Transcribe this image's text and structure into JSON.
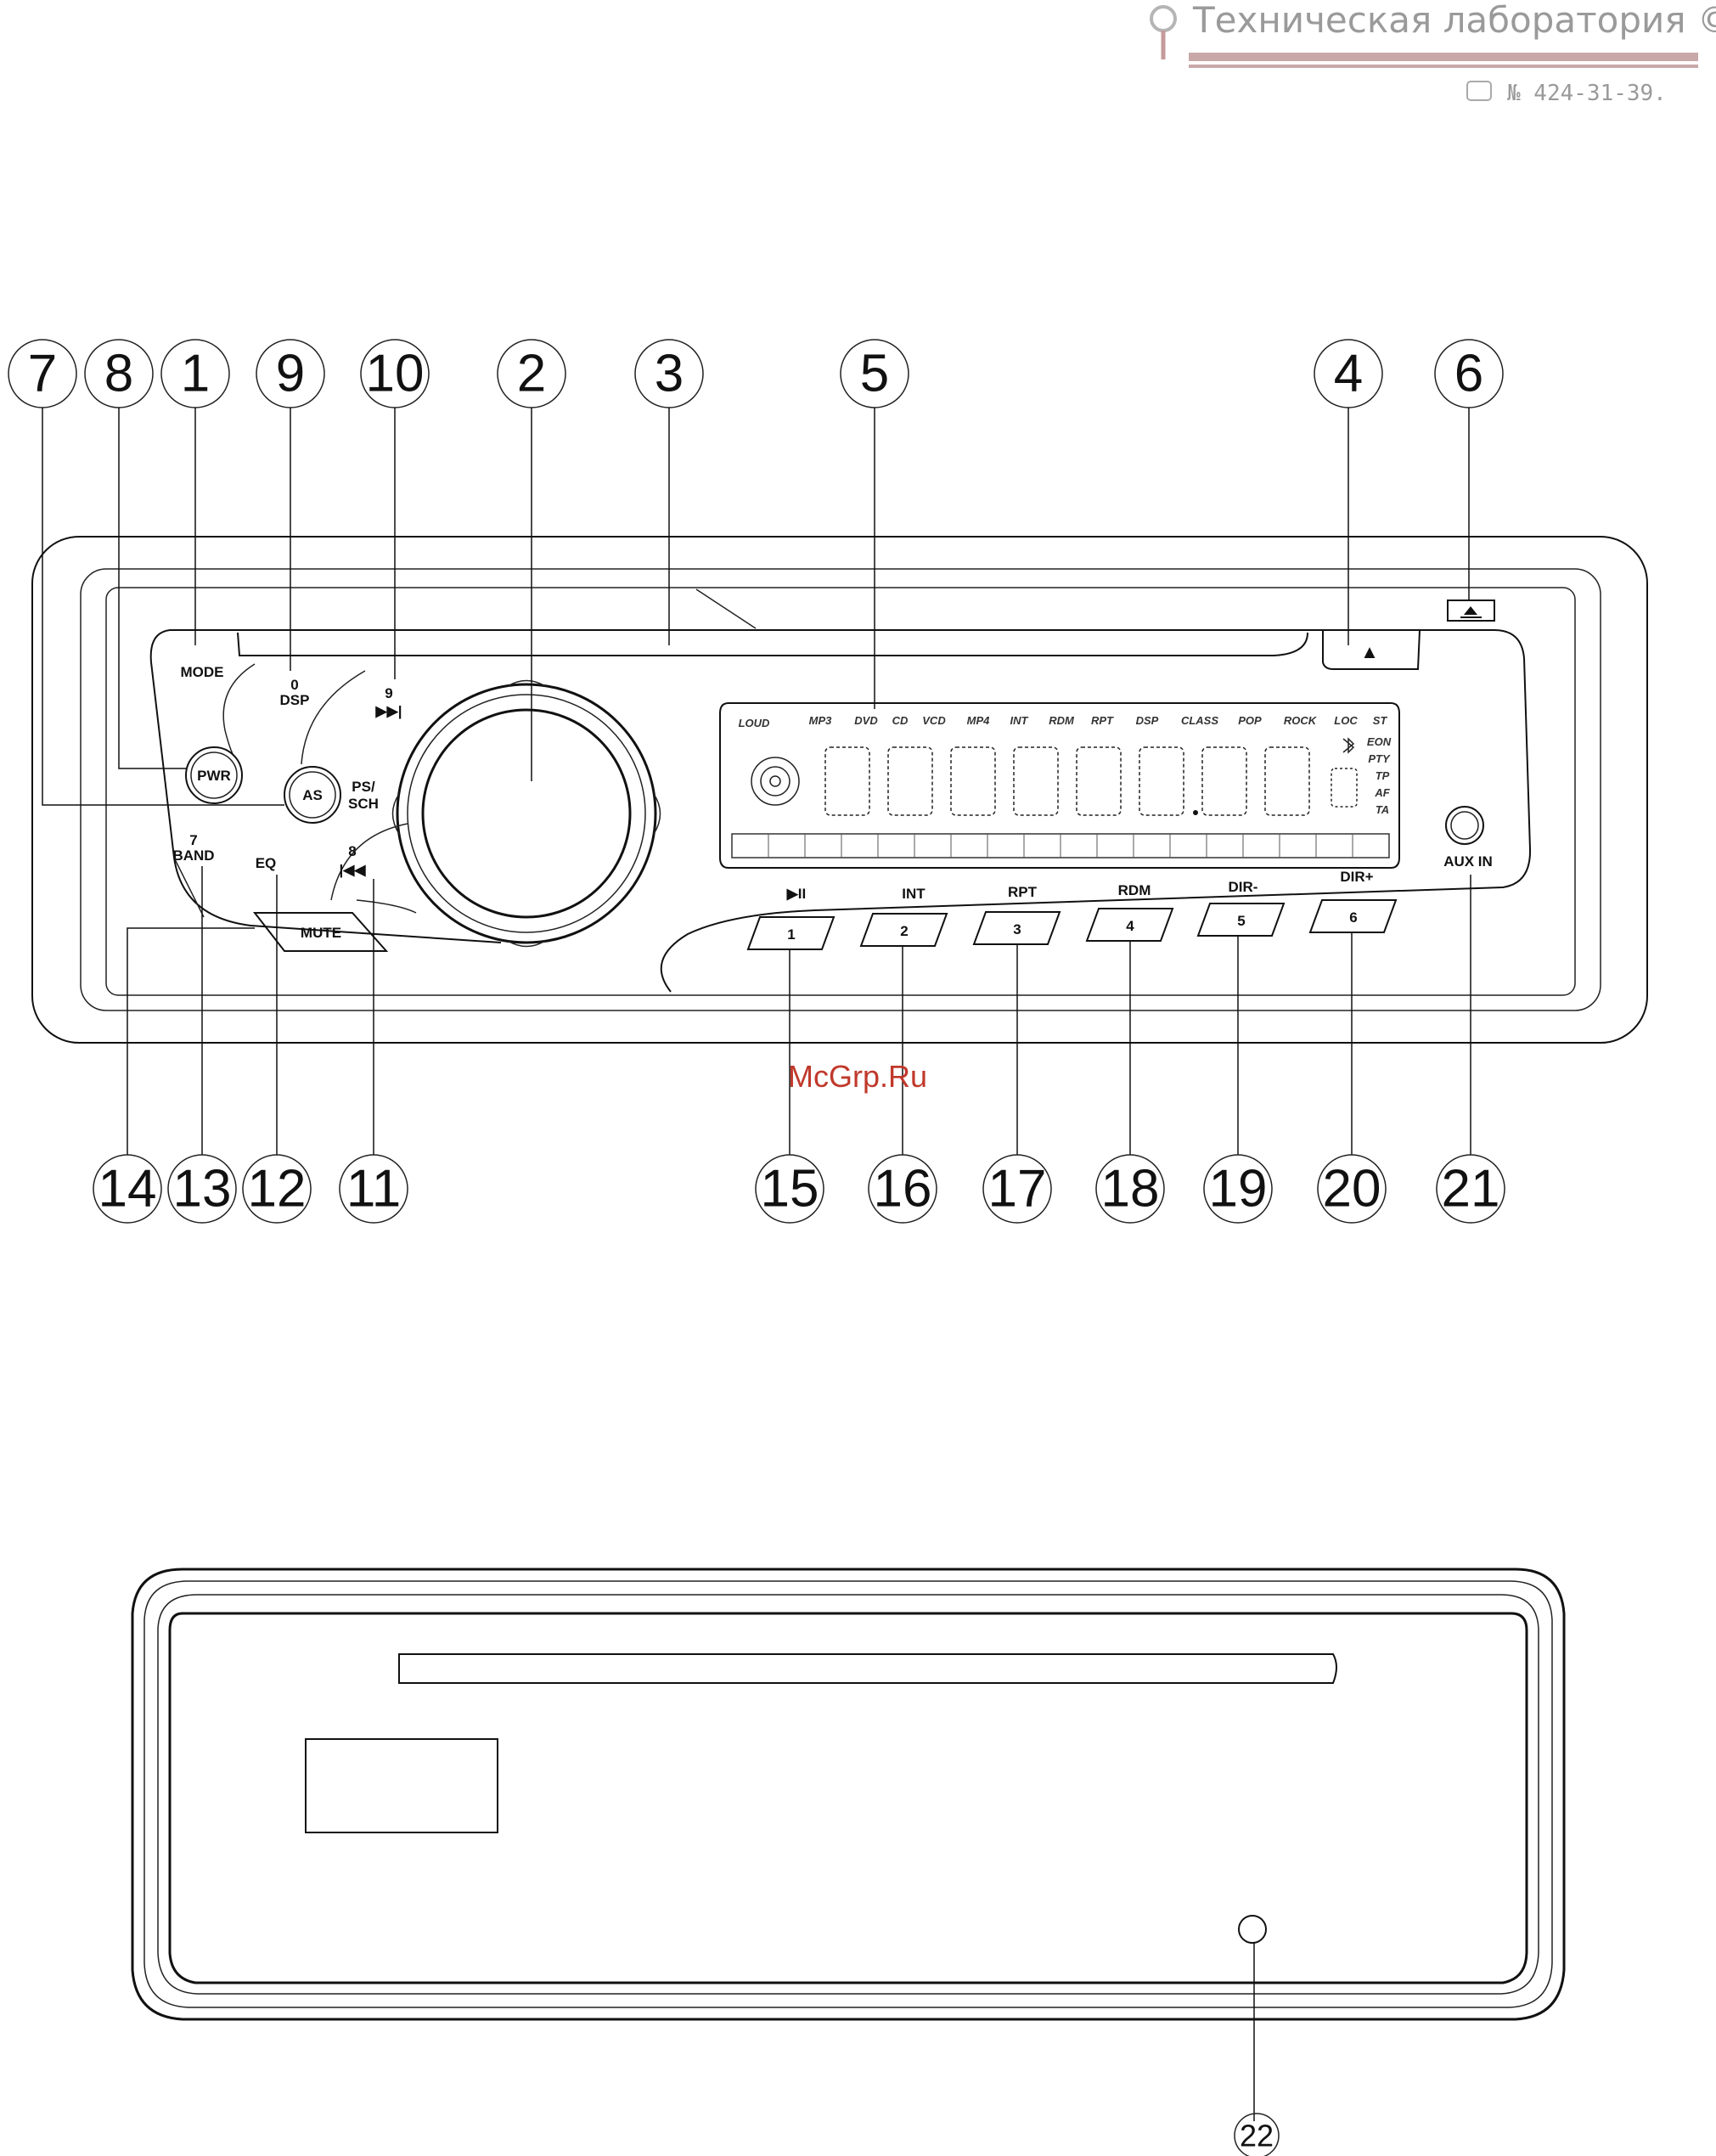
{
  "watermark": {
    "title": "Техническая лаборатория ©",
    "phone": "№ 424-31-39."
  },
  "site_label": "McGrp.Ru",
  "callouts_top": [
    "7",
    "8",
    "1",
    "9",
    "10",
    "2",
    "3",
    "5",
    "4",
    "6"
  ],
  "callouts_bottom": [
    "14",
    "13",
    "12",
    "11",
    "15",
    "16",
    "17",
    "18",
    "19",
    "20",
    "21"
  ],
  "callout_rear": "22",
  "panel": {
    "mode": "MODE",
    "dsp_num": "0",
    "dsp": "DSP",
    "next_num": "9",
    "next_icon": "▶▶|",
    "pwr": "PWR",
    "as": "AS",
    "ps_sch_1": "PS/",
    "ps_sch_2": "SCH",
    "band_num": "7",
    "band": "BAND",
    "eq": "EQ",
    "prev_num": "8",
    "prev_icon": "|◀◀",
    "mute": "MUTE",
    "eject_icon": "▲",
    "aux_in": "AUX IN"
  },
  "display": {
    "logo": "LOUD",
    "icons": [
      "MP3",
      "DVD",
      "CD",
      "VCD",
      "MP4",
      "INT",
      "RDM",
      "RPT",
      "DSP",
      "CLASS",
      "POP",
      "ROCK",
      "LOC",
      "ST"
    ],
    "right_indicators": [
      "EON",
      "PTY",
      "TP",
      "AF",
      "TA"
    ]
  },
  "preset_labels": [
    "▶II",
    "INT",
    "RPT",
    "RDM",
    "DIR-",
    "DIR+"
  ],
  "preset_buttons": [
    "1",
    "2",
    "3",
    "4",
    "5",
    "6"
  ]
}
